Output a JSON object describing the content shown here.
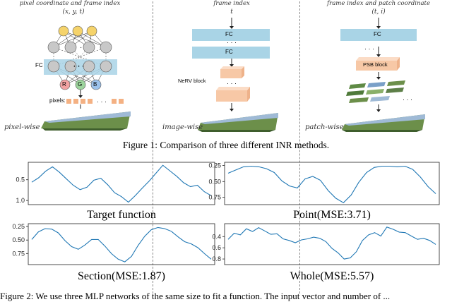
{
  "figure1": {
    "panels": [
      {
        "header": "pixel coordinate and frame index",
        "input": "(x, y, t)",
        "fc_label": "FC",
        "outputs": [
          "R",
          "G",
          "B"
        ],
        "pixels_label": "pixels:",
        "footer": "pixel-wise"
      },
      {
        "header": "frame index",
        "input": "t",
        "fc1": "FC",
        "fc2": "FC",
        "block_label": "NeRV block",
        "footer": "image-wise"
      },
      {
        "header": "frame index and patch coordinate",
        "input": "(t, i)",
        "fc": "FC",
        "block_label": "PSB block",
        "footer": "patch-wise"
      }
    ],
    "caption": "Figure 1: Comparison of three different INR methods."
  },
  "colors": {
    "line": "#1f77b4",
    "fc_box": "#a9d4e6",
    "block": "#f7c8a6",
    "node_gray": "#c8c8c8",
    "node_yellow": "#f5d36b",
    "r": "#f2a2a2",
    "g": "#9cd49c",
    "b": "#9cc2ec",
    "pixel": "#f4b183"
  },
  "chart_data": [
    {
      "type": "line",
      "xlabel": "Target function",
      "yticks": [
        "1.0",
        "0.5"
      ],
      "ylim": [
        0.2,
        1.05
      ],
      "series": [
        {
          "values": [
            0.65,
            0.74,
            0.87,
            0.96,
            0.85,
            0.72,
            0.59,
            0.5,
            0.55,
            0.69,
            0.73,
            0.6,
            0.44,
            0.36,
            0.25,
            0.38,
            0.53,
            0.67,
            0.83,
            0.99,
            0.88,
            0.77,
            0.64,
            0.56,
            0.59,
            0.46,
            0.38
          ]
        }
      ]
    },
    {
      "type": "line",
      "xlabel": "Point(MSE:3.71)",
      "yticks": [
        "0.75",
        "0.50",
        "0.25"
      ],
      "ylim": [
        0.2,
        0.86
      ],
      "series": [
        {
          "values": [
            0.69,
            0.74,
            0.79,
            0.8,
            0.79,
            0.76,
            0.7,
            0.57,
            0.49,
            0.46,
            0.6,
            0.64,
            0.58,
            0.42,
            0.3,
            0.23,
            0.35,
            0.55,
            0.7,
            0.78,
            0.8,
            0.8,
            0.79,
            0.8,
            0.75,
            0.63,
            0.48,
            0.37
          ]
        }
      ]
    },
    {
      "type": "line",
      "xlabel": "Section(MSE:1.87)",
      "yticks": [
        "0.75",
        "0.50",
        "0.25"
      ],
      "ylim": [
        0.2,
        0.95
      ],
      "series": [
        {
          "values": [
            0.66,
            0.8,
            0.86,
            0.85,
            0.78,
            0.64,
            0.53,
            0.48,
            0.56,
            0.66,
            0.66,
            0.54,
            0.4,
            0.3,
            0.25,
            0.35,
            0.55,
            0.72,
            0.84,
            0.88,
            0.86,
            0.81,
            0.71,
            0.62,
            0.58,
            0.51,
            0.4,
            0.3
          ]
        }
      ]
    },
    {
      "type": "line",
      "xlabel": "Whole(MSE:5.57)",
      "yticks": [
        "0.8",
        "0.6",
        "0.4"
      ],
      "ylim": [
        0.17,
        0.9
      ],
      "series": [
        {
          "values": [
            0.62,
            0.73,
            0.7,
            0.81,
            0.76,
            0.83,
            0.77,
            0.71,
            0.72,
            0.63,
            0.6,
            0.56,
            0.61,
            0.63,
            0.66,
            0.64,
            0.58,
            0.46,
            0.38,
            0.27,
            0.29,
            0.4,
            0.6,
            0.7,
            0.74,
            0.68,
            0.84,
            0.8,
            0.75,
            0.74,
            0.68,
            0.62,
            0.64,
            0.6,
            0.53
          ]
        }
      ]
    }
  ],
  "footer_text": "Figure 2: We use three MLP networks of the same size to fit a function. The input vector and number of ..."
}
